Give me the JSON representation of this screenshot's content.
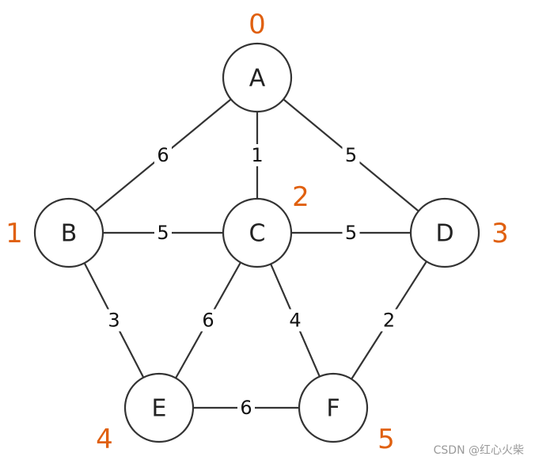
{
  "colors": {
    "index": "#e0600f",
    "stroke": "#333333",
    "node_fill": "#ffffff"
  },
  "nodes": [
    {
      "id": "A",
      "label": "A",
      "index": "0"
    },
    {
      "id": "B",
      "label": "B",
      "index": "1"
    },
    {
      "id": "C",
      "label": "C",
      "index": "2"
    },
    {
      "id": "D",
      "label": "D",
      "index": "3"
    },
    {
      "id": "E",
      "label": "E",
      "index": "4"
    },
    {
      "id": "F",
      "label": "F",
      "index": "5"
    }
  ],
  "edges": [
    {
      "from": "A",
      "to": "B",
      "weight": "6"
    },
    {
      "from": "A",
      "to": "C",
      "weight": "1"
    },
    {
      "from": "A",
      "to": "D",
      "weight": "5"
    },
    {
      "from": "B",
      "to": "C",
      "weight": "5"
    },
    {
      "from": "C",
      "to": "D",
      "weight": "5"
    },
    {
      "from": "B",
      "to": "E",
      "weight": "3"
    },
    {
      "from": "C",
      "to": "E",
      "weight": "6"
    },
    {
      "from": "C",
      "to": "F",
      "weight": "4"
    },
    {
      "from": "D",
      "to": "F",
      "weight": "2"
    },
    {
      "from": "E",
      "to": "F",
      "weight": "6"
    }
  ],
  "watermark": "CSDN @红心火柴"
}
